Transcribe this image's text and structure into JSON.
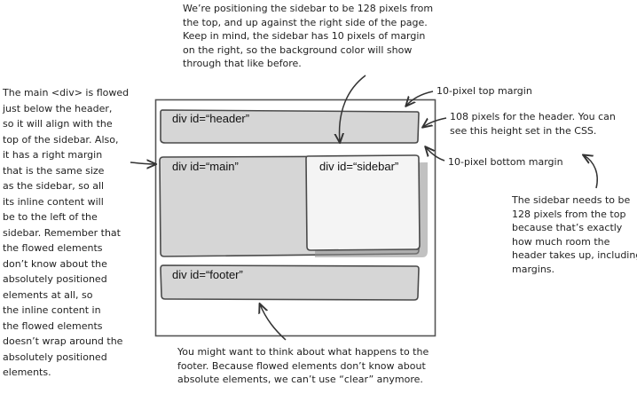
{
  "boxes": {
    "header": "div id=“header”",
    "main": "div id=“main”",
    "sidebar": "div id=“sidebar”",
    "footer": "div id=“footer”"
  },
  "notes": {
    "top_center": [
      "We’re positioning the sidebar to be 128 pixels from",
      "the top, and up against the right side of the page.",
      "Keep in mind, the sidebar has 10 pixels of margin",
      "on the right, so the background color will show",
      "through that like before."
    ],
    "left": [
      "The main <div> is flowed",
      "just below the header,",
      "so it will align with the",
      "top of the sidebar. Also,",
      "it has a right margin",
      "that is the same size",
      "as the sidebar, so all",
      "its inline content will",
      "be to the left of the",
      "sidebar. Remember that",
      "the flowed elements",
      "don’t know about the",
      "absolutely positioned",
      "elements at all, so",
      "the inline content in",
      "the flowed elements",
      "doesn’t wrap around the",
      "absolutely positioned",
      "elements."
    ],
    "top_margin": "10-pixel top margin",
    "header_height": [
      "108 pixels for the header. You can",
      "see this height set in the CSS."
    ],
    "bottom_margin": "10-pixel bottom margin",
    "right": [
      "The sidebar needs to be",
      "128 pixels from the top",
      "because that’s exactly",
      "how much room the",
      "header takes up, including",
      "margins."
    ],
    "bottom": [
      "You might want to think about what happens to the",
      "footer. Because flowed elements don’t know about",
      "absolute elements, we can’t use “clear” anymore."
    ]
  }
}
